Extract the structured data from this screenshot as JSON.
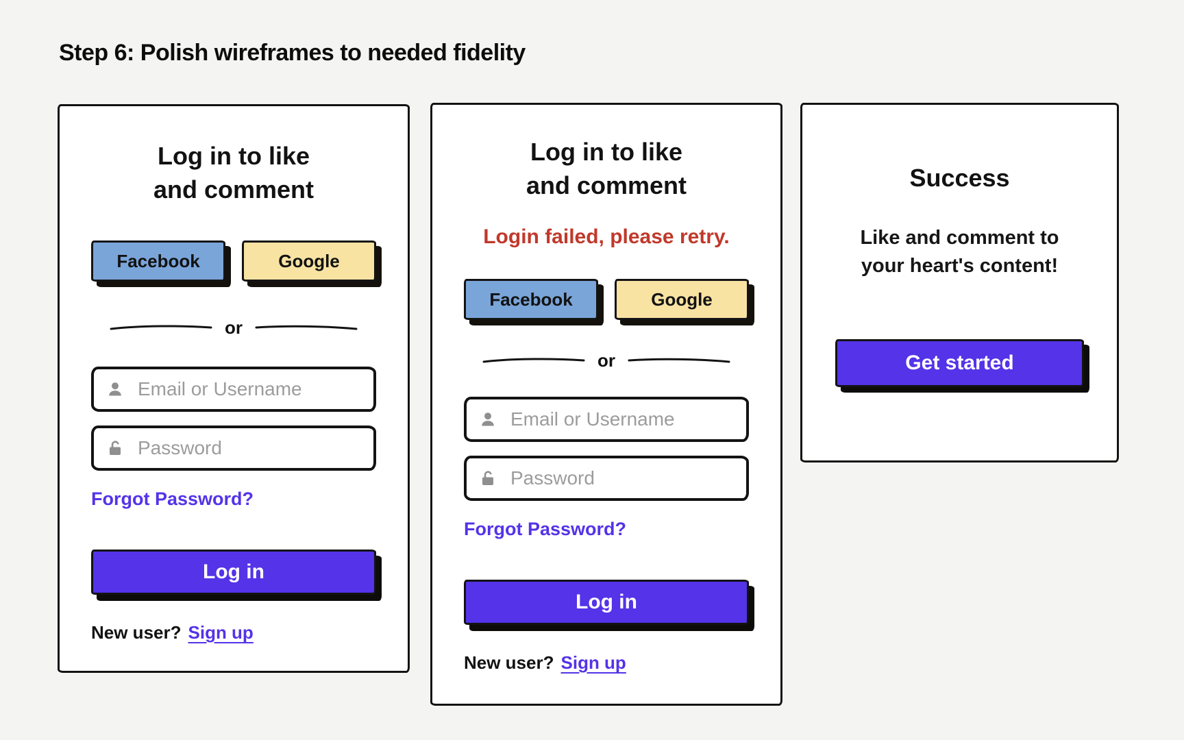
{
  "page": {
    "heading": "Step 6: Polish wireframes to needed fidelity"
  },
  "colors": {
    "background": "#F4F4F2",
    "card_background": "#FFFFFF",
    "ink": "#131313",
    "accent_purple": "#5433E8",
    "error_red": "#C0392B",
    "facebook_blue": "#7AA5D9",
    "google_yellow": "#F8E3A3",
    "placeholder_gray": "#9C9C9C"
  },
  "login_card": {
    "title_line1": "Log in to like",
    "title_line2": "and comment",
    "facebook_label": "Facebook",
    "google_label": "Google",
    "divider_label": "or",
    "email_placeholder": "Email or Username",
    "password_placeholder": "Password",
    "forgot_label": "Forgot Password?",
    "submit_label": "Log in",
    "new_user_label": "New user?",
    "signup_label": "Sign up"
  },
  "error_card": {
    "title_line1": "Log in to like",
    "title_line2": "and comment",
    "error_message": "Login failed, please retry.",
    "facebook_label": "Facebook",
    "google_label": "Google",
    "divider_label": "or",
    "email_placeholder": "Email or Username",
    "password_placeholder": "Password",
    "forgot_label": "Forgot Password?",
    "submit_label": "Log in",
    "new_user_label": "New user?",
    "signup_label": "Sign up"
  },
  "success_card": {
    "title": "Success",
    "message_line1": "Like and comment to",
    "message_line2": "your heart's content!",
    "cta_label": "Get started"
  }
}
